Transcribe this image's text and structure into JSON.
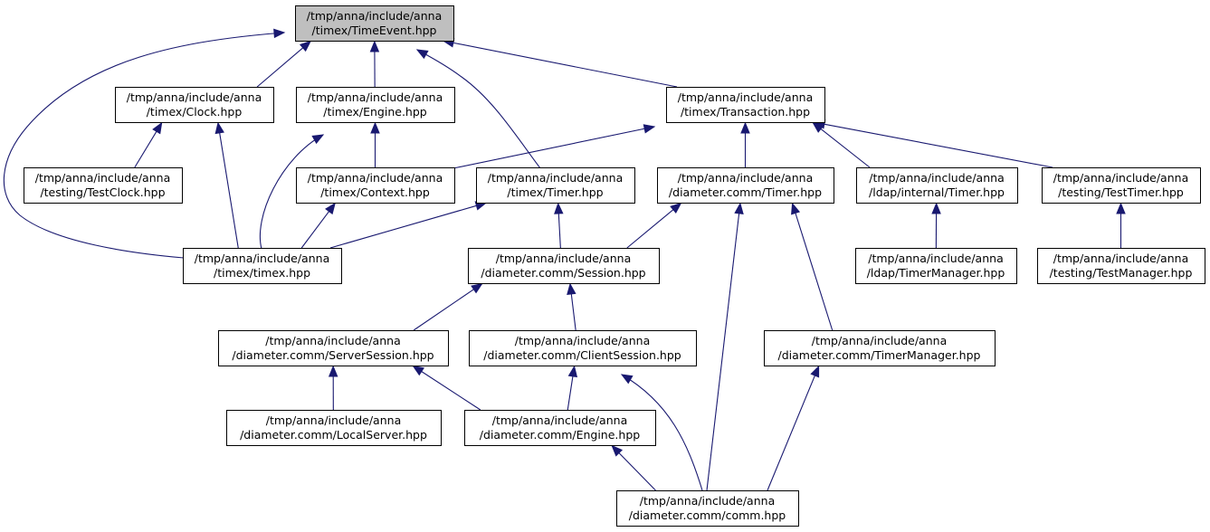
{
  "diagram": {
    "type": "include-dependency-graph",
    "colors": {
      "edge": "#191970",
      "root_fill": "#bfbfbf",
      "node_fill": "#ffffff",
      "node_border": "#000000"
    },
    "nodes": [
      {
        "id": "timeevent",
        "line1": "/tmp/anna/include/anna",
        "line2": "/timex/TimeEvent.hpp",
        "root": true
      },
      {
        "id": "clock",
        "line1": "/tmp/anna/include/anna",
        "line2": "/timex/Clock.hpp"
      },
      {
        "id": "engine",
        "line1": "/tmp/anna/include/anna",
        "line2": "/timex/Engine.hpp"
      },
      {
        "id": "transaction",
        "line1": "/tmp/anna/include/anna",
        "line2": "/timex/Transaction.hpp"
      },
      {
        "id": "testclock",
        "line1": "/tmp/anna/include/anna",
        "line2": "/testing/TestClock.hpp"
      },
      {
        "id": "context",
        "line1": "/tmp/anna/include/anna",
        "line2": "/timex/Context.hpp"
      },
      {
        "id": "timer",
        "line1": "/tmp/anna/include/anna",
        "line2": "/timex/Timer.hpp"
      },
      {
        "id": "dtimer",
        "line1": "/tmp/anna/include/anna",
        "line2": "/diameter.comm/Timer.hpp"
      },
      {
        "id": "ldaptimer",
        "line1": "/tmp/anna/include/anna",
        "line2": "/ldap/internal/Timer.hpp"
      },
      {
        "id": "testtimer",
        "line1": "/tmp/anna/include/anna",
        "line2": "/testing/TestTimer.hpp"
      },
      {
        "id": "timex",
        "line1": "/tmp/anna/include/anna",
        "line2": "/timex/timex.hpp"
      },
      {
        "id": "session",
        "line1": "/tmp/anna/include/anna",
        "line2": "/diameter.comm/Session.hpp"
      },
      {
        "id": "ldaptm",
        "line1": "/tmp/anna/include/anna",
        "line2": "/ldap/TimerManager.hpp"
      },
      {
        "id": "testmanager",
        "line1": "/tmp/anna/include/anna",
        "line2": "/testing/TestManager.hpp"
      },
      {
        "id": "serversession",
        "line1": "/tmp/anna/include/anna",
        "line2": "/diameter.comm/ServerSession.hpp"
      },
      {
        "id": "clientsession",
        "line1": "/tmp/anna/include/anna",
        "line2": "/diameter.comm/ClientSession.hpp"
      },
      {
        "id": "dtm",
        "line1": "/tmp/anna/include/anna",
        "line2": "/diameter.comm/TimerManager.hpp"
      },
      {
        "id": "localserver",
        "line1": "/tmp/anna/include/anna",
        "line2": "/diameter.comm/LocalServer.hpp"
      },
      {
        "id": "dengine",
        "line1": "/tmp/anna/include/anna",
        "line2": "/diameter.comm/Engine.hpp"
      },
      {
        "id": "comm",
        "line1": "/tmp/anna/include/anna",
        "line2": "/diameter.comm/comm.hpp"
      }
    ],
    "edges": [
      {
        "from": "clock",
        "to": "timeevent"
      },
      {
        "from": "engine",
        "to": "timeevent"
      },
      {
        "from": "timer",
        "to": "timeevent"
      },
      {
        "from": "transaction",
        "to": "timeevent"
      },
      {
        "from": "timex",
        "to": "timeevent"
      },
      {
        "from": "testclock",
        "to": "clock"
      },
      {
        "from": "timex",
        "to": "clock"
      },
      {
        "from": "context",
        "to": "engine"
      },
      {
        "from": "timex",
        "to": "engine"
      },
      {
        "from": "context",
        "to": "transaction"
      },
      {
        "from": "dtimer",
        "to": "transaction"
      },
      {
        "from": "ldaptimer",
        "to": "transaction"
      },
      {
        "from": "testtimer",
        "to": "transaction"
      },
      {
        "from": "timex",
        "to": "context"
      },
      {
        "from": "timex",
        "to": "timer"
      },
      {
        "from": "session",
        "to": "timer"
      },
      {
        "from": "session",
        "to": "dtimer"
      },
      {
        "from": "comm",
        "to": "dtimer"
      },
      {
        "from": "dtm",
        "to": "dtimer"
      },
      {
        "from": "ldaptm",
        "to": "ldaptimer"
      },
      {
        "from": "testmanager",
        "to": "testtimer"
      },
      {
        "from": "serversession",
        "to": "session"
      },
      {
        "from": "clientsession",
        "to": "session"
      },
      {
        "from": "localserver",
        "to": "serversession"
      },
      {
        "from": "dengine",
        "to": "serversession"
      },
      {
        "from": "dengine",
        "to": "clientsession"
      },
      {
        "from": "comm",
        "to": "clientsession"
      },
      {
        "from": "comm",
        "to": "dengine"
      },
      {
        "from": "comm",
        "to": "dtm"
      }
    ]
  }
}
